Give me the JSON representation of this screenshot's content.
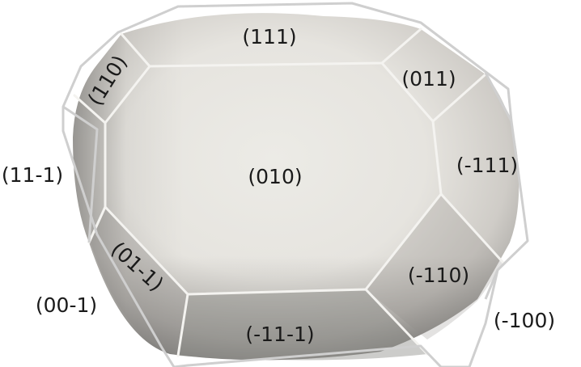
{
  "figure": {
    "background": "#ffffff",
    "surface_color": "#e9e6df",
    "surface_shadow": "#9e9c98",
    "edge_color": "#f4f3f0",
    "wireframe_color": "#cfcfcf",
    "text_color": "#1a1a1a"
  },
  "facets": [
    {
      "id": "f111",
      "label": "(111)"
    },
    {
      "id": "f110",
      "label": "(110)"
    },
    {
      "id": "f011",
      "label": "(011)"
    },
    {
      "id": "f11m1",
      "label": "(11-1)"
    },
    {
      "id": "f010",
      "label": "(010)"
    },
    {
      "id": "fm111",
      "label": "(-111)"
    },
    {
      "id": "f01m1",
      "label": "(01-1)"
    },
    {
      "id": "fm110",
      "label": "(-110)"
    },
    {
      "id": "f00m1",
      "label": "(00-1)"
    },
    {
      "id": "fm100",
      "label": "(-100)"
    },
    {
      "id": "fm11m1",
      "label": "(-11-1)"
    }
  ]
}
